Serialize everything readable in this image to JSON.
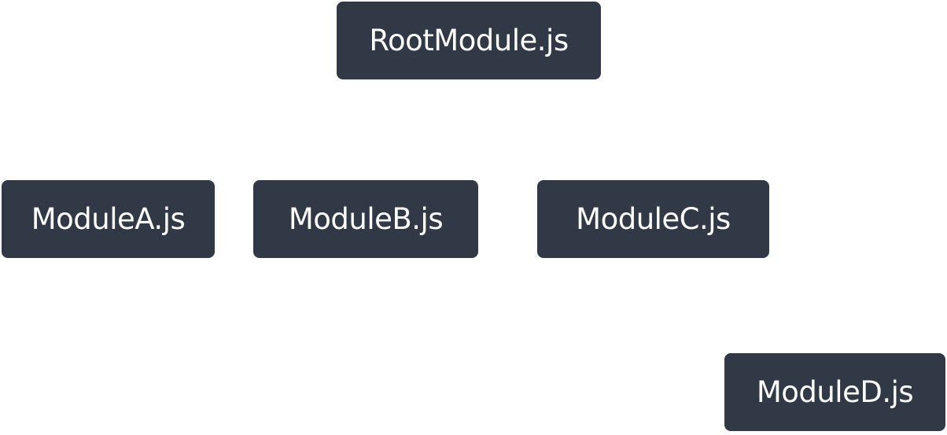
{
  "diagram": {
    "nodes": [
      {
        "id": "root",
        "label": "RootModule.js"
      },
      {
        "id": "a",
        "label": "ModuleA.js"
      },
      {
        "id": "b",
        "label": "ModuleB.js"
      },
      {
        "id": "c",
        "label": "ModuleC.js"
      },
      {
        "id": "d",
        "label": "ModuleD.js"
      }
    ],
    "node_color": "#323946",
    "text_color": "#ffffff",
    "background_color": "#ffffff"
  }
}
